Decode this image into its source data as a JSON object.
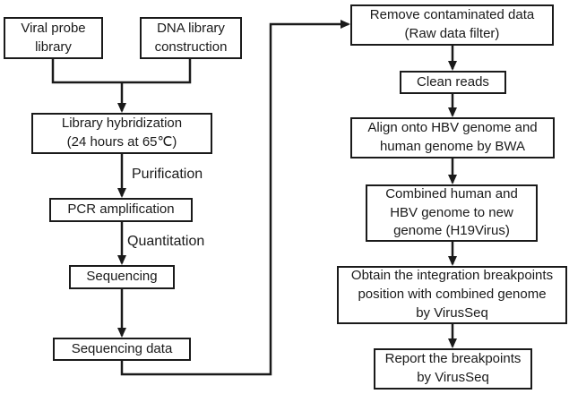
{
  "diagram": {
    "background_color": "#ffffff",
    "line_color": "#1a1a1a",
    "boxes": {
      "viral_probe": {
        "label": "Viral probe\nlibrary"
      },
      "dna_library": {
        "label": "DNA library\nconstruction"
      },
      "library_hybridization": {
        "label": "Library hybridization\n(24 hours at 65℃)"
      },
      "pcr_amplification": {
        "label": "PCR amplification"
      },
      "sequencing": {
        "label": "Sequencing"
      },
      "sequencing_data": {
        "label": "Sequencing data"
      },
      "remove_contaminated": {
        "label": "Remove contaminated data\n(Raw data filter)"
      },
      "clean_reads": {
        "label": "Clean reads"
      },
      "align_bwa": {
        "label": "Align onto HBV genome and\nhuman genome by BWA"
      },
      "combined_genome": {
        "label": "Combined human and\nHBV genome to new\ngenome (H19Virus)"
      },
      "obtain_breakpoints": {
        "label": "Obtain the integration breakpoints\nposition with combined genome\nby VirusSeq"
      },
      "report_breakpoints": {
        "label": "Report the breakpoints\nby VirusSeq"
      }
    },
    "edge_labels": {
      "purification": "Purification",
      "quantitation": "Quantitation"
    }
  }
}
